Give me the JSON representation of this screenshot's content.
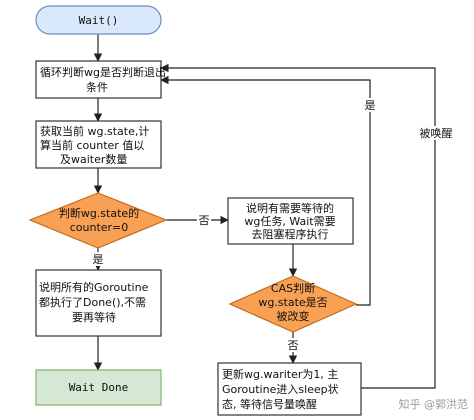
{
  "colors": {
    "stroke": "#333333",
    "arrow": "#222222",
    "terminal_fill": "#dae8fc",
    "terminal_stroke": "#6c8ebf",
    "done_fill": "#d5e8d4",
    "done_stroke": "#82b366",
    "decision_fill": "#f8a054",
    "decision_stroke": "#c46a1a",
    "process_fill": "#ffffff"
  },
  "nodes": {
    "start": {
      "label": "Wait()"
    },
    "loop": {
      "lines": [
        "循环判断wg是否判断退出",
        "条件"
      ]
    },
    "fetch": {
      "lines": [
        "获取当前 wg.state,计",
        "算当前 counter 值以",
        "及waiter数量"
      ]
    },
    "check_counter": {
      "lines": [
        "判断wg.state的",
        "counter=0"
      ]
    },
    "need_wait": {
      "lines": [
        "说明有需要等待的",
        "wg任务, Wait需要",
        "去阻塞程序执行"
      ]
    },
    "cas_check": {
      "lines": [
        "CAS判断",
        "wg.state是否",
        "被改变"
      ]
    },
    "all_done": {
      "lines": [
        "说明所有的Goroutine",
        "都执行了Done(),不需",
        "要再等待"
      ]
    },
    "update": {
      "lines": [
        "更新wg.wariter为1, 主",
        "Goroutine进入sleep状",
        "态, 等待信号量唤醒"
      ]
    },
    "end": {
      "label": "Wait Done"
    }
  },
  "edges": {
    "no_counter": "否",
    "yes_counter": "是",
    "yes_cas": "是",
    "no_cas": "否",
    "woken": "被唤醒"
  },
  "watermark": {
    "text": "知乎 @郭洪范"
  }
}
